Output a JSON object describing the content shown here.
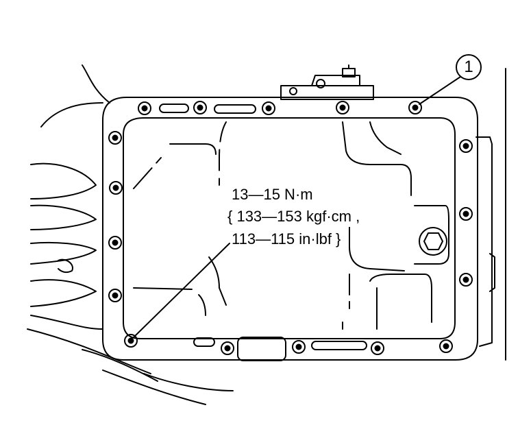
{
  "figure": {
    "callouts": [
      {
        "id": "1",
        "label": "1"
      }
    ],
    "torque_spec": {
      "line1": "13—15 N·m",
      "line2": "{ 133—153 kgf·cm ,",
      "line3": "113—115 in·lbf }"
    },
    "colors": {
      "ink": "#000000",
      "paper": "#ffffff"
    }
  }
}
